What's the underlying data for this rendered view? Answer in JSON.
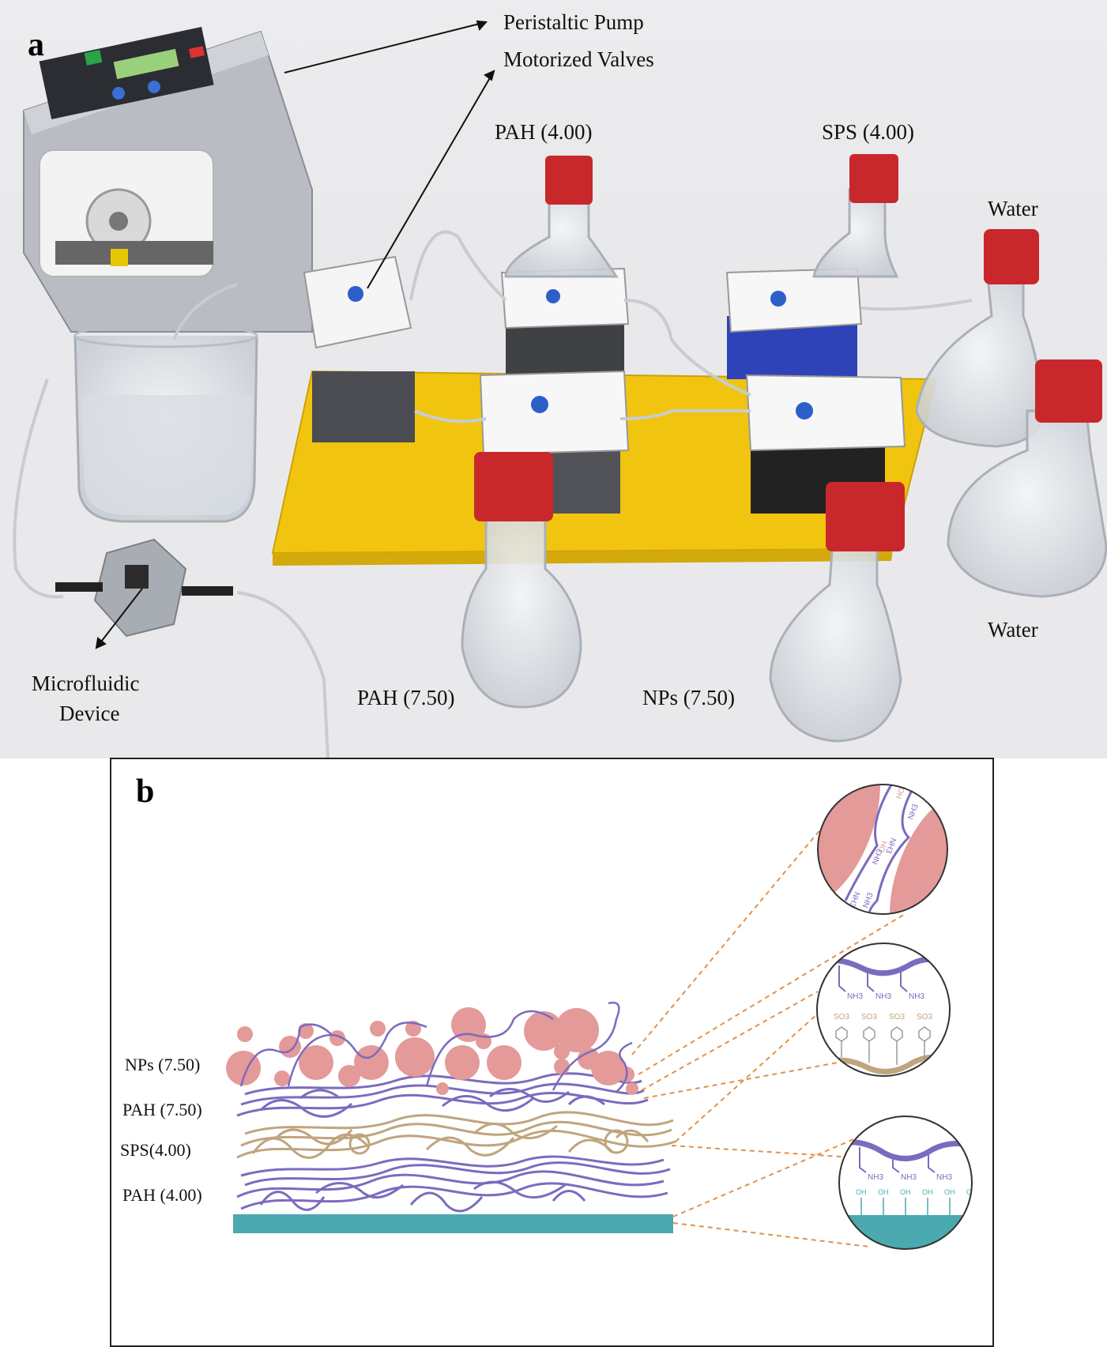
{
  "panel_a": {
    "letter": "a",
    "labels": {
      "pump": "Peristaltic Pump",
      "valves": "Motorized Valves",
      "pah_400": "PAH (4.00)",
      "sps_400": "SPS (4.00)",
      "water_top": "Water",
      "water_bottom": "Water",
      "device_line1": "Microfluidic",
      "device_line2": "Device",
      "pah_750": "PAH (7.50)",
      "nps_750": "NPs (7.50)"
    }
  },
  "panel_b": {
    "letter": "b",
    "layers": {
      "nps": "NPs (7.50)",
      "pah750": "PAH (7.50)",
      "sps": "SPS(4.00)",
      "pah400": "PAH (4.00)"
    },
    "chem": {
      "nh3": "NH",
      "nh3_sub": "3",
      "plus": "+",
      "so3": "SO",
      "so3_sub": "3",
      "minus": "−",
      "oh": "OH",
      "ho": "HO"
    }
  },
  "colors": {
    "nanoparticle": "#e39a98",
    "pah": "#7b6bbf",
    "sps": "#bfa57e",
    "substrate": "#4ba9b0",
    "leader": "#e3914a",
    "tabletop": "#f1c40f"
  }
}
